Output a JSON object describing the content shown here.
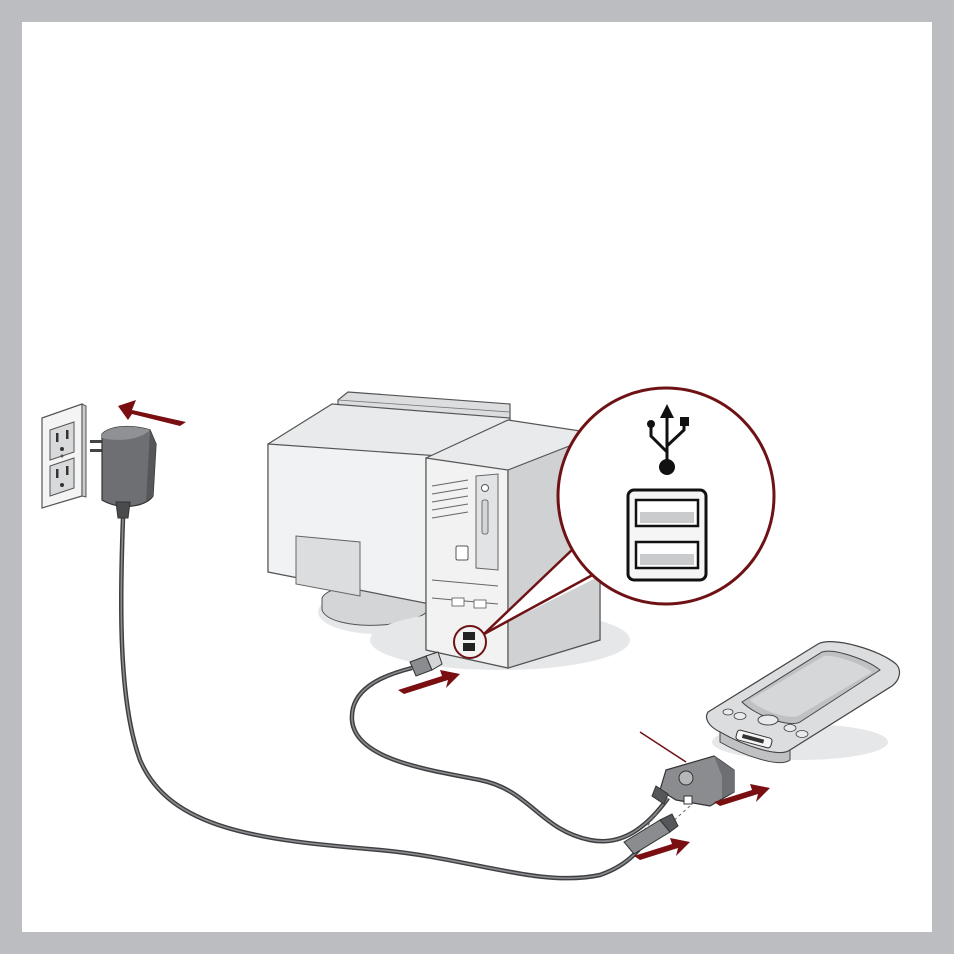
{
  "diagram": {
    "colors": {
      "border": "#bcbdc0",
      "background": "#ffffff",
      "arrow": "#7a0f12",
      "callout_ring": "#6e1215",
      "device_light": "#e9eaeb",
      "device_mid": "#c9cbcd",
      "device_dark": "#6d6f72",
      "cable": "#4a4b4d"
    },
    "elements": [
      "wall-outlet",
      "ac-adapter",
      "crt-monitor",
      "desktop-tower",
      "usb-callout",
      "usb-symbol-icon",
      "usb-port-upper",
      "usb-port-lower",
      "usb-cable",
      "power-cable",
      "sync-connector",
      "handheld-device",
      "arrow-adapter-to-outlet",
      "arrow-usb-to-computer",
      "arrow-connector-to-handheld",
      "arrow-power-to-connector"
    ]
  }
}
